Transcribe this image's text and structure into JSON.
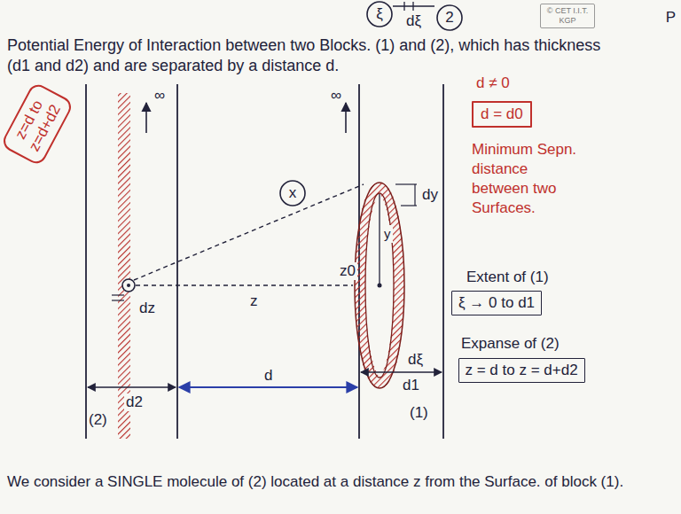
{
  "diagram": {
    "title": "Potential Energy of Interaction between two Blocks. (1) and (2), which has thickness (d1 and d2) and are separated by a distance d.",
    "caption": "We consider a SINGLE molecule of (2) located at a distance z from the Surface. of block (1).",
    "nodes": [
      {
        "text": [
          "2"
        ]
      },
      {
        "text": [
          "© CET I.I.T. KGP"
        ]
      },
      {
        "text": [
          "ξ"
        ]
      },
      {
        "text": [
          "z=d to z=d+d2"
        ]
      },
      {
        "text": [
          "x"
        ]
      },
      {
        "text": [
          "d = d0"
        ]
      },
      {
        "text": [
          "ξ → 0 to d1"
        ]
      },
      {
        "text": [
          "z = d to z = d+d2"
        ]
      }
    ],
    "labels": [
      "P",
      "∞",
      "∞",
      "dξ",
      "dy",
      "y",
      "z0",
      "dz",
      "z",
      "dξ",
      "d",
      "d2",
      "d1",
      "(2)",
      "(1)",
      "d ≠ 0",
      "Minimum Sepn. distance between two Surfaces.",
      "Extent of (1)",
      "Expanse of (2)"
    ]
  }
}
